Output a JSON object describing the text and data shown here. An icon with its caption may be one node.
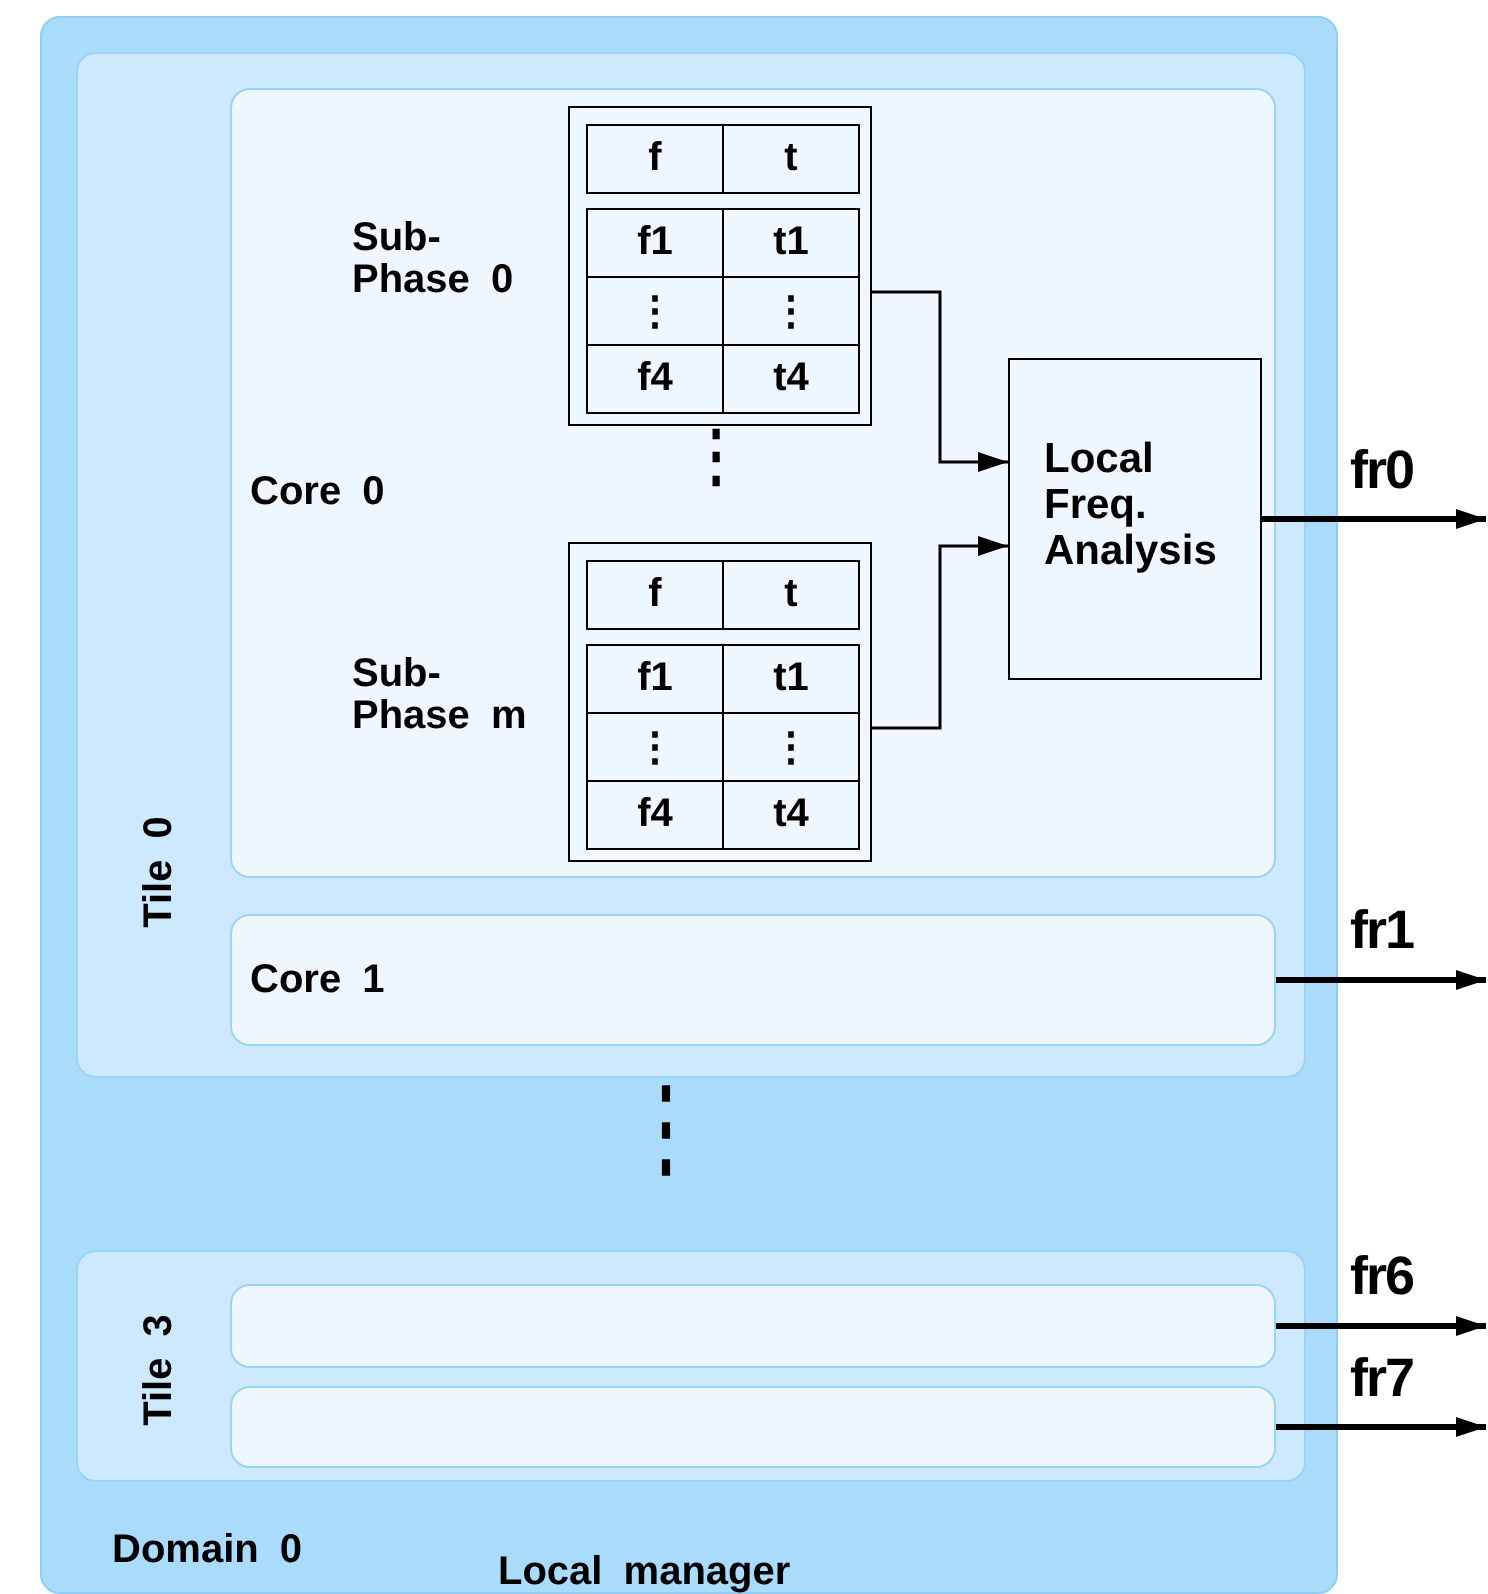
{
  "diagram": {
    "nodes": [
      {
        "text": [
          "Domain 0",
          "Local manager"
        ]
      },
      {
        "text": [
          "Tile 0"
        ],
        "in": 0
      },
      {
        "text": [
          "Core 0"
        ],
        "in": 1
      },
      {
        "text": [],
        "shape": "box",
        "in": 2,
        "beside": [
          "Sub- Phase 0"
        ]
      },
      {
        "text": [],
        "shape": "box",
        "in": 2,
        "beside": [
          "Sub- Phase m"
        ]
      },
      {
        "text": [
          "Local Freq. Analysis"
        ],
        "in": 2
      },
      {
        "text": [
          "Core 1"
        ],
        "in": 1
      },
      {
        "text": [
          "Tile 3"
        ],
        "in": 0
      },
      {
        "text": [],
        "shape": "box",
        "in": 7
      },
      {
        "text": [],
        "shape": "box",
        "in": 7
      }
    ],
    "edges": [
      {
        "from": 3,
        "to": 5,
        "arrow": "to"
      },
      {
        "from": 4,
        "to": 5,
        "arrow": "to"
      },
      {
        "from": 5,
        "to": null,
        "arrow": "to",
        "label": "fr0"
      },
      {
        "from": 6,
        "to": null,
        "arrow": "to",
        "label": "fr1"
      },
      {
        "from": 8,
        "to": null,
        "arrow": "to",
        "label": "fr6"
      },
      {
        "from": 9,
        "to": null,
        "arrow": "to",
        "label": "fr7"
      }
    ],
    "labels": [
      "f",
      "t",
      "f1",
      "t1",
      "⋮",
      "⋮",
      "f4",
      "t4",
      "f",
      "t",
      "f1",
      "t1",
      "⋮",
      "⋮",
      "f4",
      "t4",
      "⋮",
      "⋮"
    ]
  }
}
